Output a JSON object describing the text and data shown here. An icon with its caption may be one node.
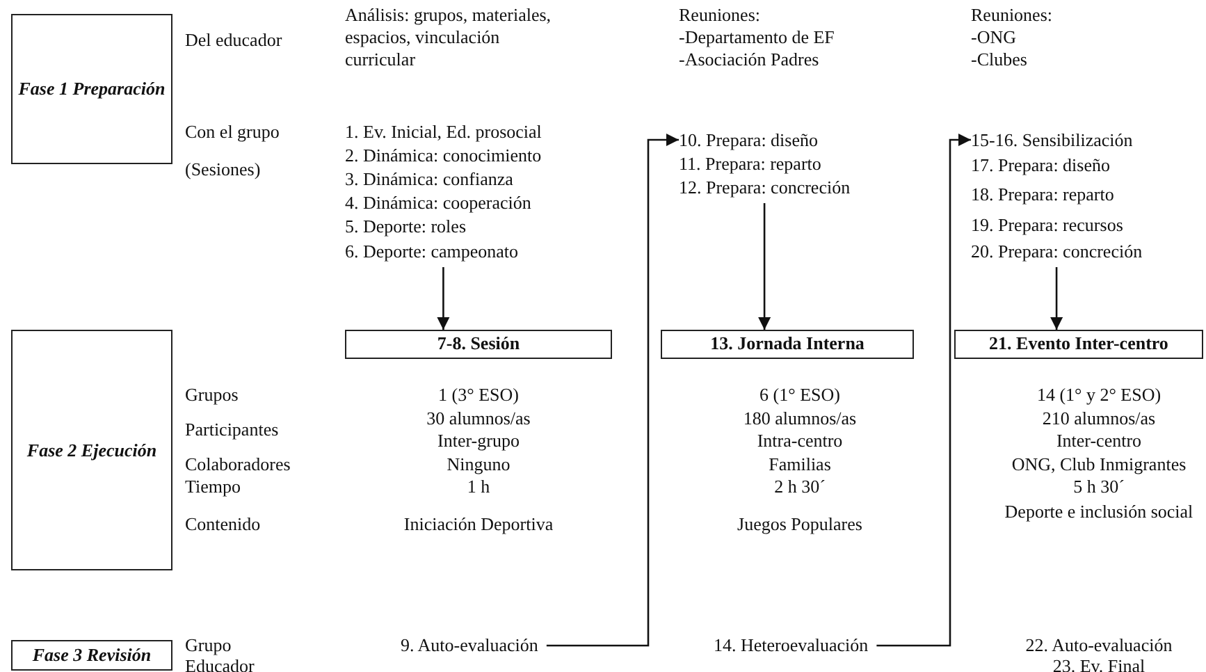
{
  "diagram": {
    "nodes": [
      {
        "text": [
          "Fase 1 Preparación"
        ]
      },
      {
        "text": [
          "Fase 2 Ejecución"
        ]
      },
      {
        "text": [
          "Fase 3 Revisión"
        ]
      },
      {
        "text": [
          "7-8. Sesión"
        ]
      },
      {
        "text": [
          "13. Jornada Interna"
        ]
      },
      {
        "text": [
          "21. Evento Inter-centro"
        ]
      },
      {
        "text": [
          "1. Ev. Inicial, Ed. prosocial",
          "2. Dinámica: conocimiento",
          "3. Dinámica: confianza",
          "4. Dinámica: cooperación",
          "5. Deporte: roles",
          "6. Deporte: campeonato"
        ]
      },
      {
        "text": [
          "10. Prepara: diseño",
          "11. Prepara: reparto",
          "12. Prepara: concreción"
        ]
      },
      {
        "text": [
          "15-16. Sensibilización",
          "17. Prepara: diseño",
          "18. Prepara: reparto",
          "19. Prepara: recursos",
          "20. Prepara: concreción"
        ]
      },
      {
        "text": [
          "9. Auto-evaluación"
        ]
      },
      {
        "text": [
          "14. Heteroevaluación"
        ]
      }
    ],
    "edges": [
      {
        "from": 6,
        "to": 3,
        "arrow": "to"
      },
      {
        "from": 7,
        "to": 4,
        "arrow": "to"
      },
      {
        "from": 8,
        "to": 5,
        "arrow": "to"
      },
      {
        "from": 9,
        "to": 7,
        "arrow": "to"
      },
      {
        "from": 10,
        "to": 8,
        "arrow": "to"
      }
    ],
    "labels": [
      "Del educador",
      "Análisis: grupos, materiales, espacios, vinculación curricular",
      "Reuniones:",
      "-Departamento de EF",
      "-Asociación Padres",
      "Reuniones:",
      "-ONG",
      "-Clubes",
      "Con el grupo",
      "(Sesiones)",
      "Grupos",
      "1 (3° ESO)",
      "6 (1° ESO)",
      "14 (1° y 2° ESO)",
      "Participantes",
      "30 alumnos/as",
      "180 alumnos/as",
      "210 alumnos/as",
      "Inter-grupo",
      "Intra-centro",
      "Inter-centro",
      "Colaboradores",
      "Ninguno",
      "Familias",
      "ONG, Club Inmigrantes",
      "Tiempo",
      "1 h",
      "2 h 30´",
      "5 h 30´",
      "Contenido",
      "Iniciación Deportiva",
      "Juegos Populares",
      "Deporte e inclusión social",
      "Grupo",
      "22. Auto-evaluación",
      "Educador",
      "23. Ev. Final"
    ]
  }
}
